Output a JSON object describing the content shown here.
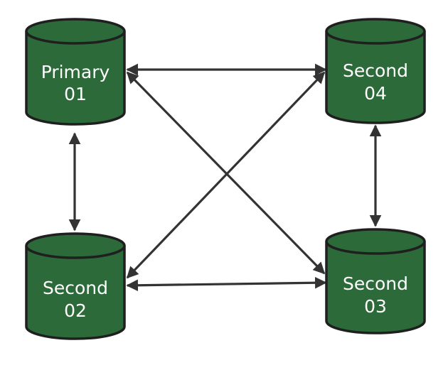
{
  "colors": {
    "cylinder_fill": "#2c6a3a",
    "cylinder_stroke": "#1f1f1f",
    "arrow": "#333333",
    "label": "#ffffff"
  },
  "nodes": {
    "primary_01": {
      "line1": "Primary",
      "line2": "01"
    },
    "second_02": {
      "line1": "Second",
      "line2": "02"
    },
    "second_03": {
      "line1": "Second",
      "line2": "03"
    },
    "second_04": {
      "line1": "Second",
      "line2": "04"
    }
  },
  "edges": [
    {
      "from": "primary_01",
      "to": "second_04",
      "direction": "both"
    },
    {
      "from": "primary_01",
      "to": "second_02",
      "direction": "both"
    },
    {
      "from": "primary_01",
      "to": "second_03",
      "direction": "both"
    },
    {
      "from": "second_04",
      "to": "second_02",
      "direction": "both"
    },
    {
      "from": "second_04",
      "to": "second_03",
      "direction": "both"
    },
    {
      "from": "second_02",
      "to": "second_03",
      "direction": "both"
    }
  ]
}
